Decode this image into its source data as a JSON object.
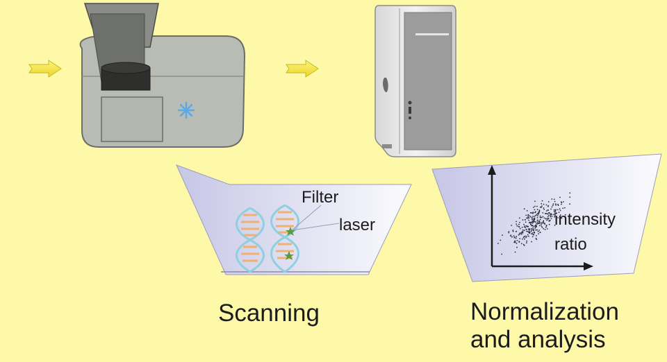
{
  "scanning": {
    "caption": "Scanning",
    "label_filter": "Filter",
    "label_laser": "laser"
  },
  "analysis": {
    "caption_line1": "Normalization",
    "caption_line2": "and analysis",
    "label_line1": "intensity",
    "label_line2": "ratio"
  },
  "colors": {
    "background": "#fdf9a8",
    "arrow": "#f2e84a",
    "panel_left": "#c9c9e8",
    "panel_right": "#f7f7fc",
    "scanner_body": "#b9bdb5",
    "laser_star": "#5aa9e6",
    "dna_strand": "#8fd0e0",
    "dna_rung": "#f0b070",
    "marker_star": "#5a9a3a"
  },
  "icons": [
    "arrow-icon",
    "scanner-icon",
    "computer-tower-icon",
    "dna-icon",
    "scatter-plot-icon"
  ]
}
